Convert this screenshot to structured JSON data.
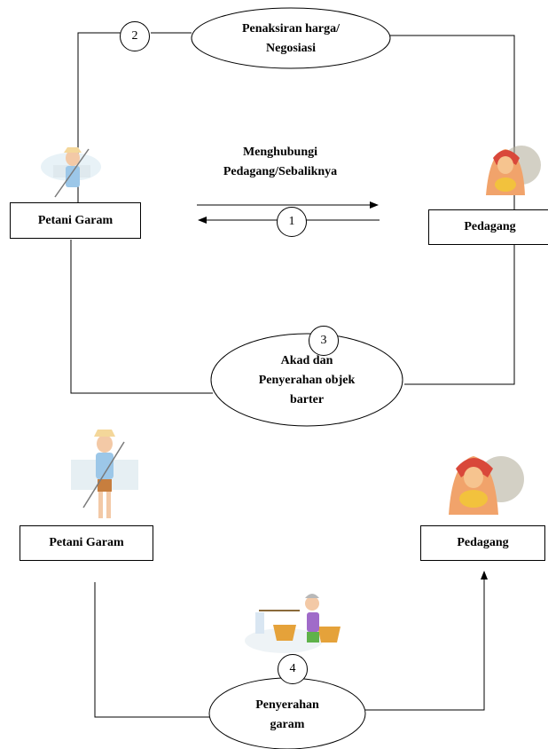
{
  "nodes": {
    "petani_top": "Petani Garam",
    "pedagang_top": "Pedagang",
    "petani_bottom": "Petani Garam",
    "pedagang_bottom": "Pedagang"
  },
  "steps": {
    "s1": {
      "number": "1",
      "label_line1": "Menghubungi",
      "label_line2": "Pedagang/Sebaliknya"
    },
    "s2": {
      "number": "2",
      "label_line1": "Penaksiran harga/",
      "label_line2": "Negosiasi"
    },
    "s3": {
      "number": "3",
      "label_line1": "Akad dan",
      "label_line2": "Penyerahan objek",
      "label_line3": "barter"
    },
    "s4": {
      "number": "4",
      "label_line1": "Penyerahan",
      "label_line2": "garam"
    }
  }
}
